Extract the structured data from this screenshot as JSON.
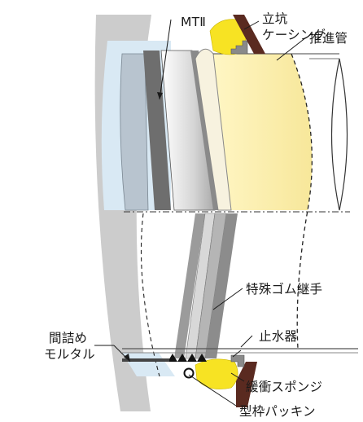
{
  "labels": {
    "mt2": "MTⅡ",
    "shaft_casing_1": "立坑",
    "shaft_casing_2": "ケーシング",
    "jacking_pipe": "推進管",
    "special_rubber_joint": "特殊ゴム継手",
    "water_stop": "止水器",
    "gap_mortar_1": "間詰め",
    "gap_mortar_2": "モルタル",
    "buffer_sponge": "緩衝スポンジ",
    "frame_packing": "型枠パッキン"
  },
  "colors": {
    "wall_gray": "#cccccc",
    "mortar_blue": "#d9e9f4",
    "sponge_yellow": "#f7e323",
    "pipe_cream": "#fbf0a8",
    "casing_brown": "#5a2a20",
    "rubber_dark": "#777777",
    "rubber_light": "#e0e0e0",
    "leader": "#1a1a1a"
  }
}
